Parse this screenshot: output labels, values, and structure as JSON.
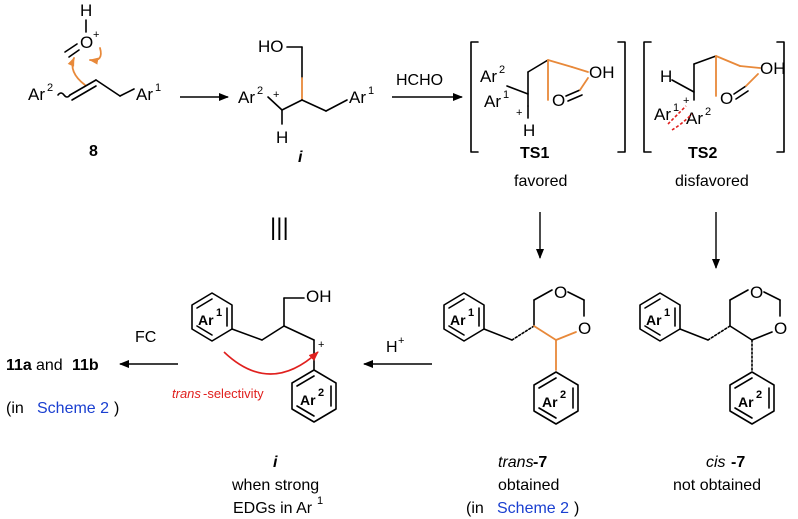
{
  "labels": {
    "cmpd8": "8",
    "int_i_top": "i",
    "hcho": "HCHO",
    "ts1": "TS1",
    "ts1_status": "favored",
    "ts2": "TS2",
    "ts2_status": "disfavored",
    "equiv": "|||",
    "fc": "FC",
    "product_a": "11a",
    "and_word": "and",
    "product_b": "11b",
    "in_word": "(in ",
    "scheme_ref": "Scheme 2",
    "close_paren": ")",
    "h_plus": "H",
    "trans_sel_prefix": "trans",
    "trans_sel_suffix": "-selectivity",
    "int_i_bottom": "i",
    "when_strong": "when strong",
    "edgs_in": "EDGs in Ar",
    "trans_prefix": "trans",
    "trans_num": "-7",
    "obtained": "obtained",
    "cis_prefix": "cis",
    "cis_num": "-7",
    "not_obtained": "not obtained"
  },
  "atoms": {
    "ar": "Ar",
    "one": "1",
    "two": "2",
    "o": "O",
    "h": "H",
    "ho": "HO",
    "oh": "OH",
    "plus": "+"
  },
  "colors": {
    "highlight": "#e8893a",
    "arrow_red": "#e0201e",
    "link_blue": "#1a3fd0"
  }
}
